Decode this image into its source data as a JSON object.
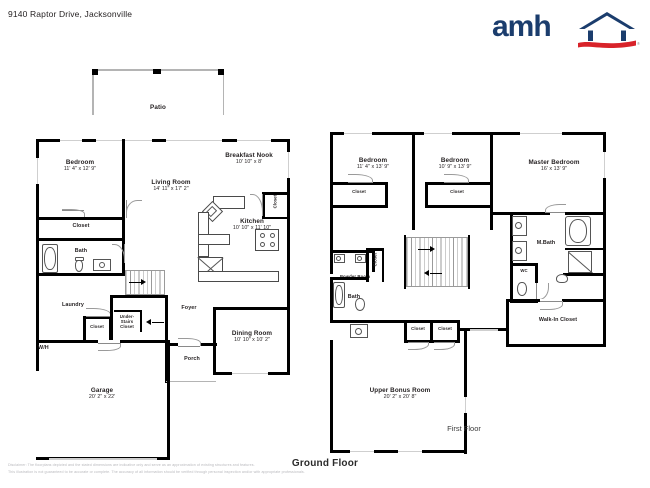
{
  "header": {
    "address": "9140 Raptor Drive, Jacksonville",
    "logo": {
      "wordmark": "amh",
      "registered": "®",
      "icon": "house-roof-icon",
      "brand_blue": "#1b3d6d",
      "brand_red": "#d8232a"
    }
  },
  "footer": {
    "ground_floor_label": "Ground Floor",
    "first_floor_label": "First Floor",
    "disclaimer_line1": "Disclaimer: The floorplans depicted and the stated dimensions are indicative only and serve as an approximation of existing structures and features.",
    "disclaimer_line2": "This illustration is not guaranteed to be accurate or complete. The accuracy of all information should be verified through personal inspection and/or with appropriate professionals."
  },
  "ground_floor": {
    "rooms": [
      {
        "name": "Patio",
        "dims": ""
      },
      {
        "name": "Bedroom",
        "dims": "11' 4\" x 12' 9\""
      },
      {
        "name": "Living Room",
        "dims": "14' 11\" x 17' 2\""
      },
      {
        "name": "Breakfast Nook",
        "dims": "10' 10\" x 8'"
      },
      {
        "name": "Kitchen",
        "dims": "10' 10\" x 11' 10\""
      },
      {
        "name": "Dining Room",
        "dims": "10' 10\" x 10' 2\""
      },
      {
        "name": "Garage",
        "dims": "20' 2\" x 22'"
      },
      {
        "name": "Closet",
        "dims": ""
      },
      {
        "name": "Bath",
        "dims": ""
      },
      {
        "name": "Laundry",
        "dims": ""
      },
      {
        "name": "Closet",
        "dims": ""
      },
      {
        "name": "Under-Stairs Closet",
        "dims": ""
      },
      {
        "name": "W/H",
        "dims": ""
      },
      {
        "name": "Foyer",
        "dims": ""
      },
      {
        "name": "Porch",
        "dims": ""
      },
      {
        "name": "Closet",
        "dims": ""
      }
    ],
    "labels": {
      "patio": "Patio",
      "bedroom_name": "Bedroom",
      "bedroom_dims": "11' 4\" x 12' 9\"",
      "living_name": "Living Room",
      "living_dims": "14' 11\" x 17' 2\"",
      "nook_name": "Breakfast Nook",
      "nook_dims": "10' 10\" x 8'",
      "kitchen_name": "Kitchen",
      "kitchen_dims": "10' 10\" x 11' 10\"",
      "dining_name": "Dining Room",
      "dining_dims": "10' 10\" x 10' 2\"",
      "garage_name": "Garage",
      "garage_dims": "20' 2\" x 22'",
      "closet_bedroom": "Closet",
      "bath": "Bath",
      "laundry": "Laundry",
      "closet_laundry": "Closet",
      "understairs_1": "Under-",
      "understairs_2": "Stairs",
      "understairs_3": "Closet",
      "wh": "W/H",
      "foyer": "Foyer",
      "porch": "Porch",
      "closet_kitchen": "Closet"
    }
  },
  "first_floor": {
    "rooms": [
      {
        "name": "Bedroom",
        "dims": "11' 4\" x 13' 9\""
      },
      {
        "name": "Bedroom",
        "dims": "10' 9\" x 13' 9\""
      },
      {
        "name": "Master Bedroom",
        "dims": "16' x 13' 9\""
      },
      {
        "name": "Upper Bonus Room",
        "dims": "20' 2\" x 20' 8\""
      },
      {
        "name": "Closet",
        "dims": ""
      },
      {
        "name": "Closet",
        "dims": ""
      },
      {
        "name": "Closet",
        "dims": ""
      },
      {
        "name": "Closet",
        "dims": ""
      },
      {
        "name": "Closet",
        "dims": ""
      },
      {
        "name": "Powder Room",
        "dims": ""
      },
      {
        "name": "Bath",
        "dims": ""
      },
      {
        "name": "M.Bath",
        "dims": ""
      },
      {
        "name": "WC",
        "dims": ""
      },
      {
        "name": "Walk-In Closet",
        "dims": ""
      }
    ],
    "labels": {
      "bed2_name": "Bedroom",
      "bed2_dims": "11' 4\" x 13' 9\"",
      "bed3_name": "Bedroom",
      "bed3_dims": "10' 9\" x 13' 9\"",
      "master_name": "Master Bedroom",
      "master_dims": "16' x 13' 9\"",
      "bonus_name": "Upper Bonus Room",
      "bonus_dims": "20' 2\" x 20' 8\"",
      "closet_bed2": "Closet",
      "closet_bed3": "Closet",
      "closet_hall_small": "Closet",
      "closet_stair_a": "Closet",
      "closet_stair_b": "Closet",
      "powder_room": "Powder Room",
      "bath": "Bath",
      "mbath": "M.Bath",
      "wc": "WC",
      "walkin": "Walk-In Closet"
    }
  }
}
